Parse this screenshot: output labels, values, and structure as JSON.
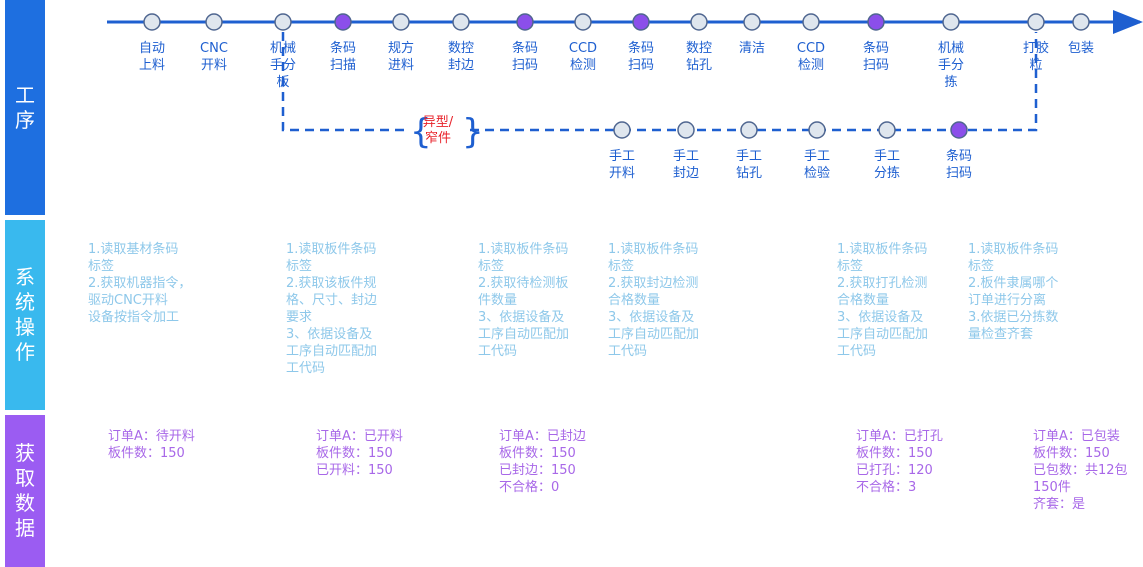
{
  "rows": {
    "process": "工序",
    "system": "系统操作",
    "data": "获取数据"
  },
  "main_steps": [
    {
      "label": "自动\n上料",
      "type": "normal"
    },
    {
      "label": "CNC\n开料",
      "type": "normal"
    },
    {
      "label": "机械\n手分\n板",
      "type": "normal"
    },
    {
      "label": "条码\n扫描",
      "type": "scan"
    },
    {
      "label": "规方\n进料",
      "type": "normal"
    },
    {
      "label": "数控\n封边",
      "type": "normal"
    },
    {
      "label": "条码\n扫码",
      "type": "scan"
    },
    {
      "label": "CCD\n检测",
      "type": "normal"
    },
    {
      "label": "条码\n扫码",
      "type": "scan"
    },
    {
      "label": "数控\n钻孔",
      "type": "normal"
    },
    {
      "label": "清洁",
      "type": "normal"
    },
    {
      "label": "CCD\n检测",
      "type": "normal"
    },
    {
      "label": "条码\n扫码",
      "type": "scan"
    },
    {
      "label": "机械\n手分\n拣",
      "type": "normal"
    },
    {
      "label": "打胶\n粒",
      "type": "normal"
    },
    {
      "label": "包装",
      "type": "normal"
    }
  ],
  "branch_label": "异型/\n窄件",
  "branch_steps": [
    {
      "label": "手工\n开料",
      "type": "normal"
    },
    {
      "label": "手工\n封边",
      "type": "normal"
    },
    {
      "label": "手工\n钻孔",
      "type": "normal"
    },
    {
      "label": "手工\n检验",
      "type": "normal"
    },
    {
      "label": "手工\n分拣",
      "type": "normal"
    },
    {
      "label": "条码\n扫码",
      "type": "scan"
    }
  ],
  "system_notes": [
    "1.读取基材条码\n标签\n2.获取机器指令，\n驱动CNC开料\n设备按指令加工",
    "1.读取板件条码\n标签\n2.获取该板件规\n格、尺寸、封边\n要求\n3、依据设备及\n工序自动匹配加\n工代码",
    "1.读取板件条码\n标签\n2.获取待检测板\n件数量\n3、依据设备及\n工序自动匹配加\n工代码",
    "1.读取板件条码\n标签\n2.获取封边检测\n合格数量\n3、依据设备及\n工序自动匹配加\n工代码",
    "1.读取板件条码\n标签\n2.获取打孔检测\n合格数量\n3、依据设备及\n工序自动匹配加\n工代码",
    "1.读取板件条码\n标签\n2.板件隶属哪个\n订单进行分离\n3.依据已分拣数\n量检查齐套"
  ],
  "data_notes": [
    "订单A：待开料\n板件数：150",
    "订单A：已开料\n板件数：150\n已开料：150",
    "订单A：已封边\n板件数：150\n已封边：150\n不合格：0",
    "订单A：已打孔\n板件数：150\n已打孔：120\n不合格：3",
    "订单A：已包装\n板件数：150\n已包数：共12包\n150件\n齐套：是"
  ],
  "colors": {
    "line": "#1e5fd0",
    "node_fill": "#dfe6ee",
    "node_stroke": "#4f6690",
    "scan_fill": "#8b4fea",
    "label": "#1e5fd0",
    "branch_label": "#e8222a"
  }
}
